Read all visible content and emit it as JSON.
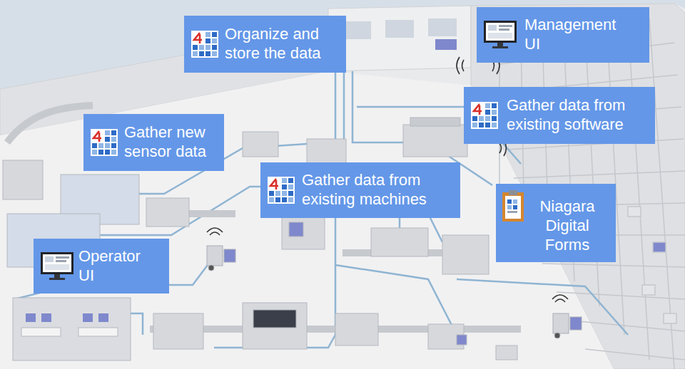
{
  "diagram": {
    "nodes": [
      {
        "text": [
          "Organize and store the data"
        ]
      },
      {
        "text": [
          "Management UI"
        ]
      },
      {
        "text": [
          "Gather data from existing software"
        ]
      },
      {
        "text": [
          "Gather new sensor data"
        ]
      },
      {
        "text": [
          "Gather data from existing machines"
        ]
      },
      {
        "text": [
          "Niagara Digital Forms"
        ]
      },
      {
        "text": [
          "Operator UI"
        ]
      }
    ]
  }
}
